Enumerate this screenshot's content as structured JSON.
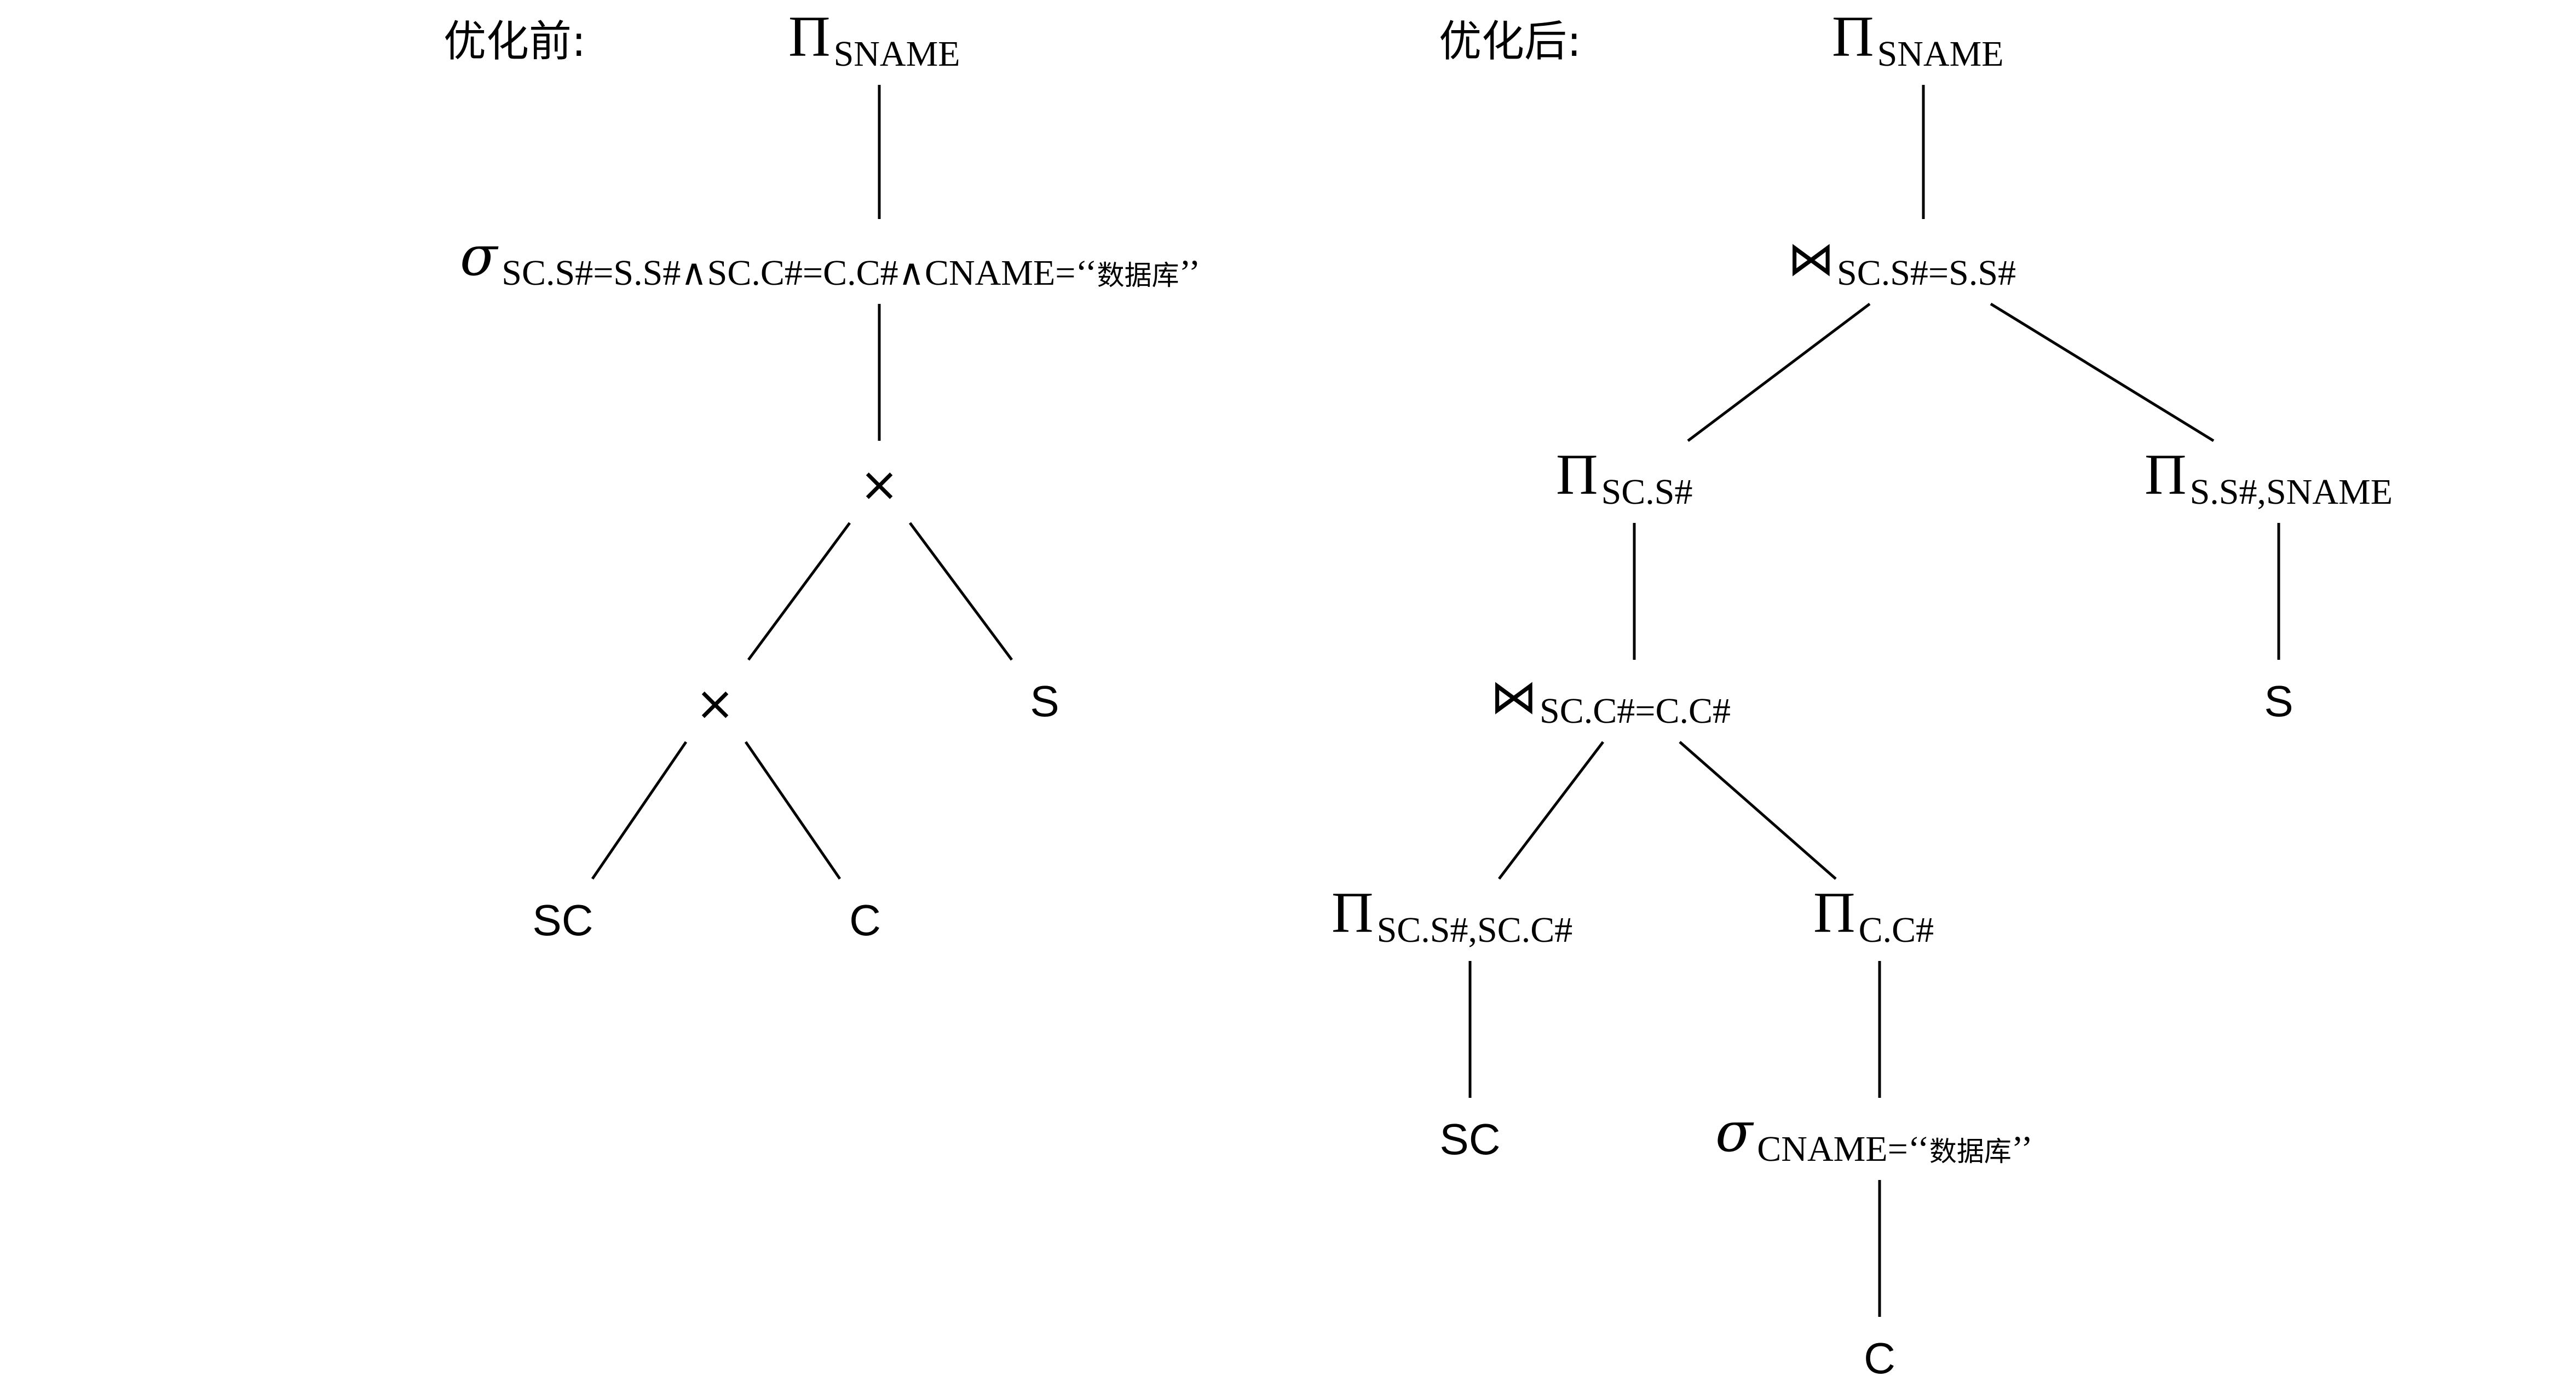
{
  "captions": {
    "before": "优化前:",
    "after": "优化后:"
  },
  "before_tree": {
    "root_projection": {
      "symbol": "Π",
      "subscript": "SNAME"
    },
    "selection": {
      "symbol": "σ",
      "subscript_prefix": "SC.S#=S.S#∧SC.C#=C.C#∧CNAME=‘‘",
      "subscript_cjk": "数据库",
      "subscript_suffix": "’’"
    },
    "product_top": {
      "symbol": "×"
    },
    "product_bottom": {
      "symbol": "×"
    },
    "relations": {
      "s": "S",
      "sc": "SC",
      "c": "C"
    }
  },
  "after_tree": {
    "root_projection": {
      "symbol": "Π",
      "subscript": "SNAME"
    },
    "join_top": {
      "symbol": "⋈",
      "subscript": "SC.S#=S.S#"
    },
    "projection_sc_s": {
      "symbol": "Π",
      "subscript": "SC.S#"
    },
    "projection_s": {
      "symbol": "Π",
      "subscript": "S.S#,SNAME"
    },
    "join_bottom": {
      "symbol": "⋈",
      "subscript": "SC.C#=C.C#"
    },
    "projection_sc": {
      "symbol": "Π",
      "subscript": "SC.S#,SC.C#"
    },
    "projection_c": {
      "symbol": "Π",
      "subscript": "C.C#"
    },
    "selection": {
      "symbol": "σ",
      "subscript_prefix": "CNAME=‘‘",
      "subscript_cjk": "数据库",
      "subscript_suffix": "’’"
    },
    "relations": {
      "s": "S",
      "sc": "SC",
      "c": "C"
    }
  }
}
